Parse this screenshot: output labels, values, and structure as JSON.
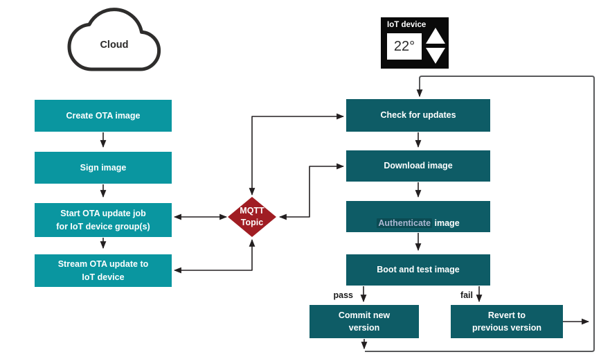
{
  "diagram": {
    "cloud": {
      "label": "Cloud"
    },
    "iot_device": {
      "label": "IoT device",
      "temperature": "22°"
    },
    "cloud_steps": [
      {
        "label": "Create OTA image"
      },
      {
        "label": "Sign image"
      },
      {
        "label": "Start OTA update job\nfor IoT device group(s)"
      },
      {
        "label": "Stream OTA update to\nIoT device"
      }
    ],
    "mqtt": {
      "label": "MQTT\nTopic"
    },
    "device_steps": [
      {
        "label": "Check for updates"
      },
      {
        "label": "Download image"
      },
      {
        "label_highlight": "Authenticate",
        "label_rest": " image"
      },
      {
        "label": "Boot and test image"
      }
    ],
    "outcomes": {
      "pass_label": "pass",
      "fail_label": "fail",
      "commit": {
        "label": "Commit new\nversion"
      },
      "revert": {
        "label": "Revert to\nprevious version"
      }
    },
    "colors": {
      "cloud_box_teal": "#0a96a0",
      "device_box_teal": "#0e5c66",
      "mqtt_red": "#a01d23",
      "authenticate_text": "#aab7d2",
      "line_dark": "#231f20",
      "line_grey": "#58595b",
      "device_bg": "#0a0a0a"
    }
  }
}
